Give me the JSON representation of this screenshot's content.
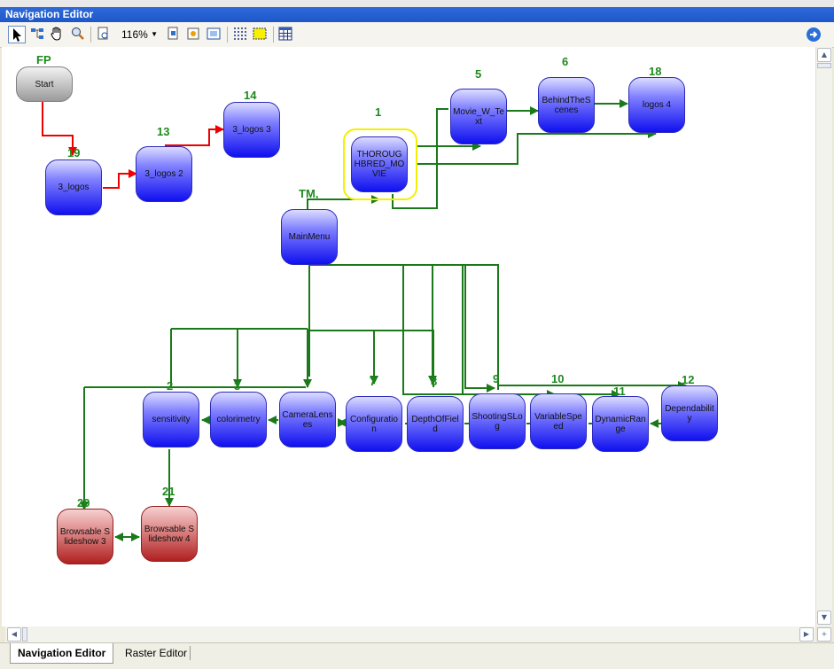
{
  "window": {
    "title": "Navigation Editor"
  },
  "toolbar": {
    "zoom": "116%"
  },
  "tabs": [
    {
      "label": "Navigation Editor"
    },
    {
      "label": "Raster Editor"
    }
  ],
  "nodes": {
    "start": {
      "text": "Start",
      "label": "FP"
    },
    "logos": {
      "text": "3_logos",
      "label": "19"
    },
    "logos2": {
      "text": "3_logos 2",
      "label": "13"
    },
    "logos3": {
      "text": "3_logos 3",
      "label": "14"
    },
    "thoroughbred": {
      "text": "THOROUGHBRED_MOVIE",
      "label": "1"
    },
    "mainmenu": {
      "text": "MainMenu",
      "label": "TM,"
    },
    "moviewtext": {
      "text": "Movie_W_Text",
      "label": "5"
    },
    "behind": {
      "text": "BehindTheScenes",
      "label": "6"
    },
    "logos4": {
      "text": "logos 4",
      "label": "18"
    },
    "sensitivity": {
      "text": "sensitivity",
      "label": "2"
    },
    "colorimetry": {
      "text": "colorimetry",
      "label": "3"
    },
    "cameralenses": {
      "text": "CameraLenses",
      "label": ""
    },
    "configuration": {
      "text": "Configuration",
      "label": "7"
    },
    "depthoffield": {
      "text": "DepthOfField",
      "label": "8"
    },
    "shootingslog": {
      "text": "ShootingSLog",
      "label": "9"
    },
    "variablespeed": {
      "text": "VariableSpeed",
      "label": "10"
    },
    "dynamicrange": {
      "text": "DynamicRange",
      "label": "11"
    },
    "dependability": {
      "text": "Dependability",
      "label": "12"
    },
    "browsable3": {
      "text": "Browsable Slideshow 3",
      "label": "20"
    },
    "browsable4": {
      "text": "Browsable Slideshow 4",
      "label": "21"
    }
  },
  "colors": {
    "node_blue": "#1010f0",
    "node_gray": "#9a9a9a",
    "node_red": "#b02020",
    "edge_green": "#1a7a1a",
    "edge_red": "#ee0000",
    "label_green": "#1d8a1d",
    "title_blue": "#1f57c9",
    "highlight": "#f3f000"
  }
}
